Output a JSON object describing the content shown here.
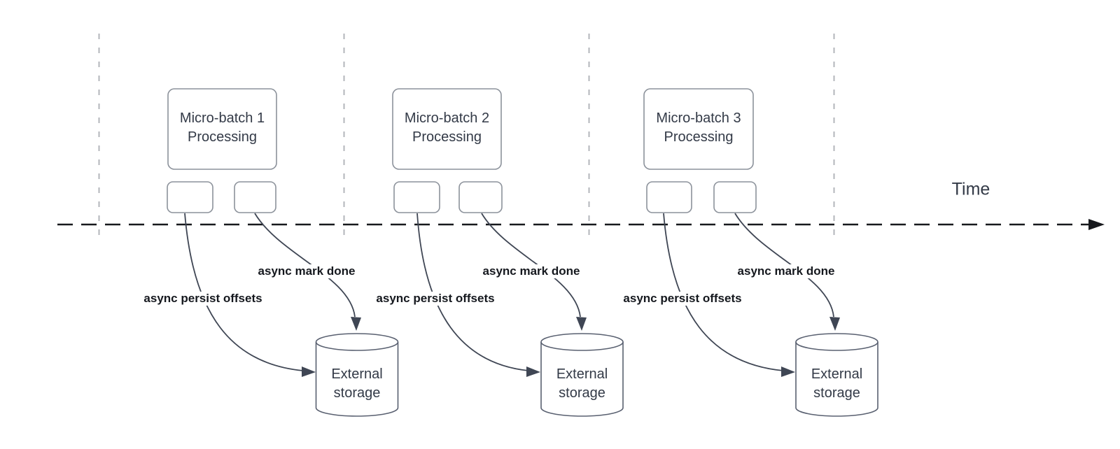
{
  "timeline": {
    "label": "Time"
  },
  "batches": [
    {
      "box_line1": "Micro-batch 1",
      "box_line2": "Processing",
      "persist_label": "async persist offsets",
      "mark_done_label": "async mark done",
      "storage_line1": "External",
      "storage_line2": "storage"
    },
    {
      "box_line1": "Micro-batch 2",
      "box_line2": "Processing",
      "persist_label": "async persist offsets",
      "mark_done_label": "async mark done",
      "storage_line1": "External",
      "storage_line2": "storage"
    },
    {
      "box_line1": "Micro-batch 3",
      "box_line2": "Processing",
      "persist_label": "async persist offsets",
      "mark_done_label": "async mark done",
      "storage_line1": "External",
      "storage_line2": "storage"
    }
  ],
  "colors": {
    "axis": "#17191d",
    "guide": "#b3b6bb",
    "shape_stroke": "#8c929b",
    "cyl_stroke": "#596070",
    "connector": "#3f4654",
    "text": "#333a47",
    "label_text": "#15181e"
  }
}
